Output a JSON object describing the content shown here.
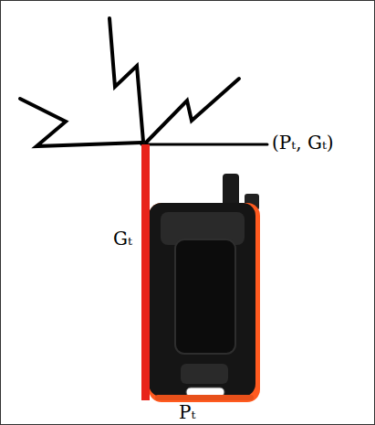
{
  "diagram": {
    "labels": [
      "(Pₜ, Gₜ)",
      "Gₜ",
      "Pₜ"
    ]
  }
}
